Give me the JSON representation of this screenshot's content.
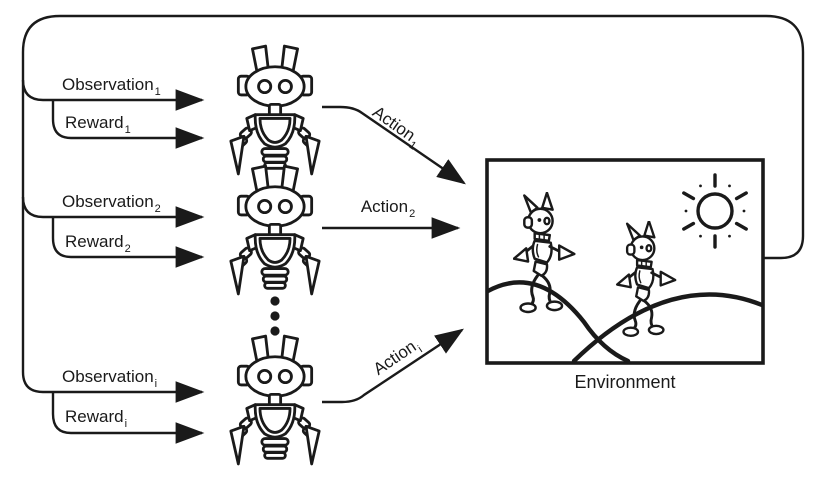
{
  "diagram": {
    "colors": {
      "line": "#1a1a1a",
      "background": "#ffffff"
    },
    "agents": [
      {
        "id": "1",
        "observation": {
          "base": "Observation",
          "sub": "1"
        },
        "reward": {
          "base": "Reward",
          "sub": "1"
        },
        "action": {
          "base": "Action",
          "sub": "1"
        }
      },
      {
        "id": "2",
        "observation": {
          "base": "Observation",
          "sub": "2"
        },
        "reward": {
          "base": "Reward",
          "sub": "2"
        },
        "action": {
          "base": "Action",
          "sub": "2"
        }
      },
      {
        "id": "i",
        "observation": {
          "base": "Observation",
          "sub": "i"
        },
        "reward": {
          "base": "Reward",
          "sub": "i"
        },
        "action": {
          "base": "Action",
          "sub": "i"
        }
      }
    ],
    "environment": {
      "label": "Environment"
    },
    "icons": {
      "agent": "robot-icon",
      "ellipsis": "vertical-ellipsis-icon",
      "scene_sun": "sun-icon",
      "scene_robots": "walking-robot-icon"
    }
  }
}
